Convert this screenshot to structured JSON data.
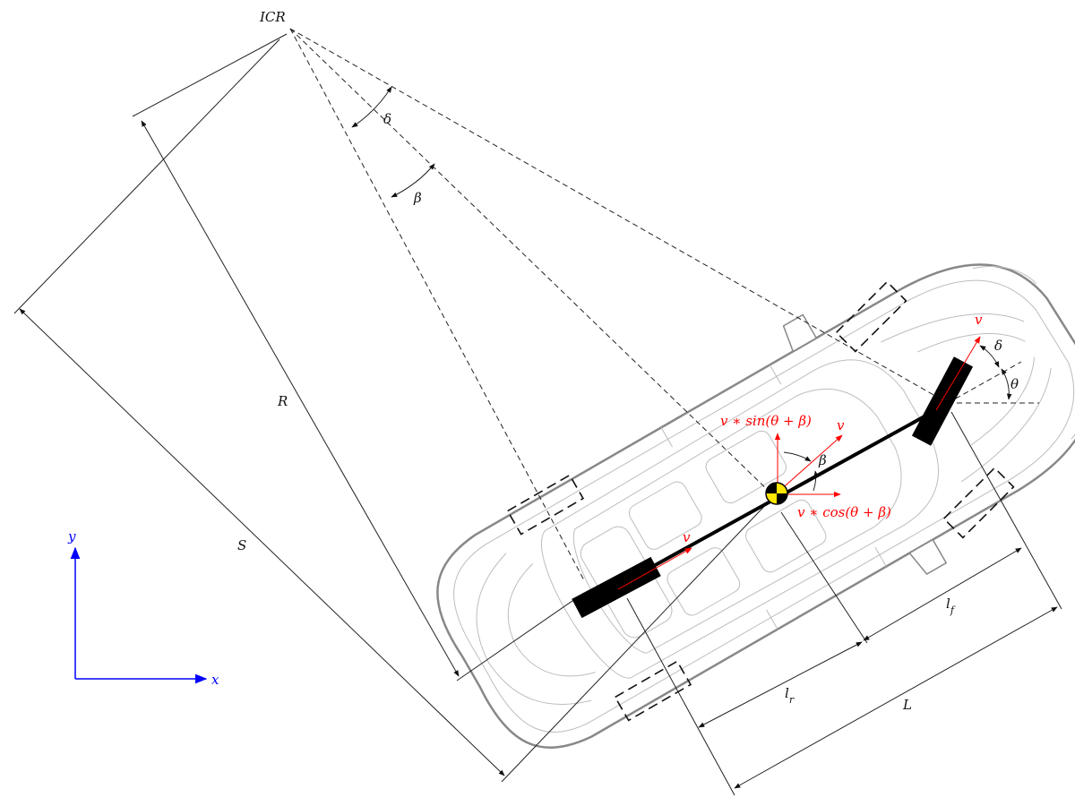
{
  "labels": {
    "icr": "ICR",
    "delta_top": "δ",
    "beta_top": "β",
    "R": "R",
    "S": "S",
    "v_rear": "v",
    "v_front": "v",
    "v_cg": "v",
    "beta_cg": "β",
    "delta_front": "δ",
    "theta": "θ",
    "v_sin": "v ∗ sin(θ + β)",
    "v_cos": "v ∗ cos(θ + β)",
    "lf": "l",
    "lf_sub": "f",
    "lr": "l",
    "lr_sub": "r",
    "L": "L",
    "axis_x": "x",
    "axis_y": "y"
  },
  "colors": {
    "velocity": "#ff0000",
    "axes": "#0000ff",
    "body_line": "#000000",
    "cg_yellow": "#ffe600"
  }
}
